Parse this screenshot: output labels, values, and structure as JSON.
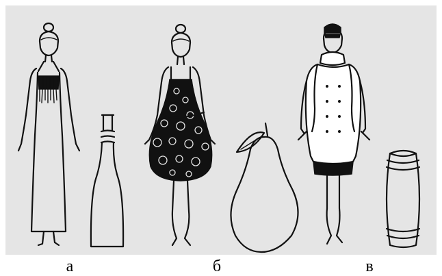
{
  "captions": {
    "a": "а",
    "b": "б",
    "v": "в"
  },
  "figures": [
    {
      "figure": "long-column-dress",
      "paired_with": "bottle"
    },
    {
      "figure": "patterned-balloon-dress",
      "paired_with": "pear"
    },
    {
      "figure": "double-breasted-coat",
      "paired_with": "barrel"
    }
  ],
  "colors": {
    "panel_background": "#e5e5e5",
    "ink": "#111111",
    "page_background": "#ffffff"
  }
}
